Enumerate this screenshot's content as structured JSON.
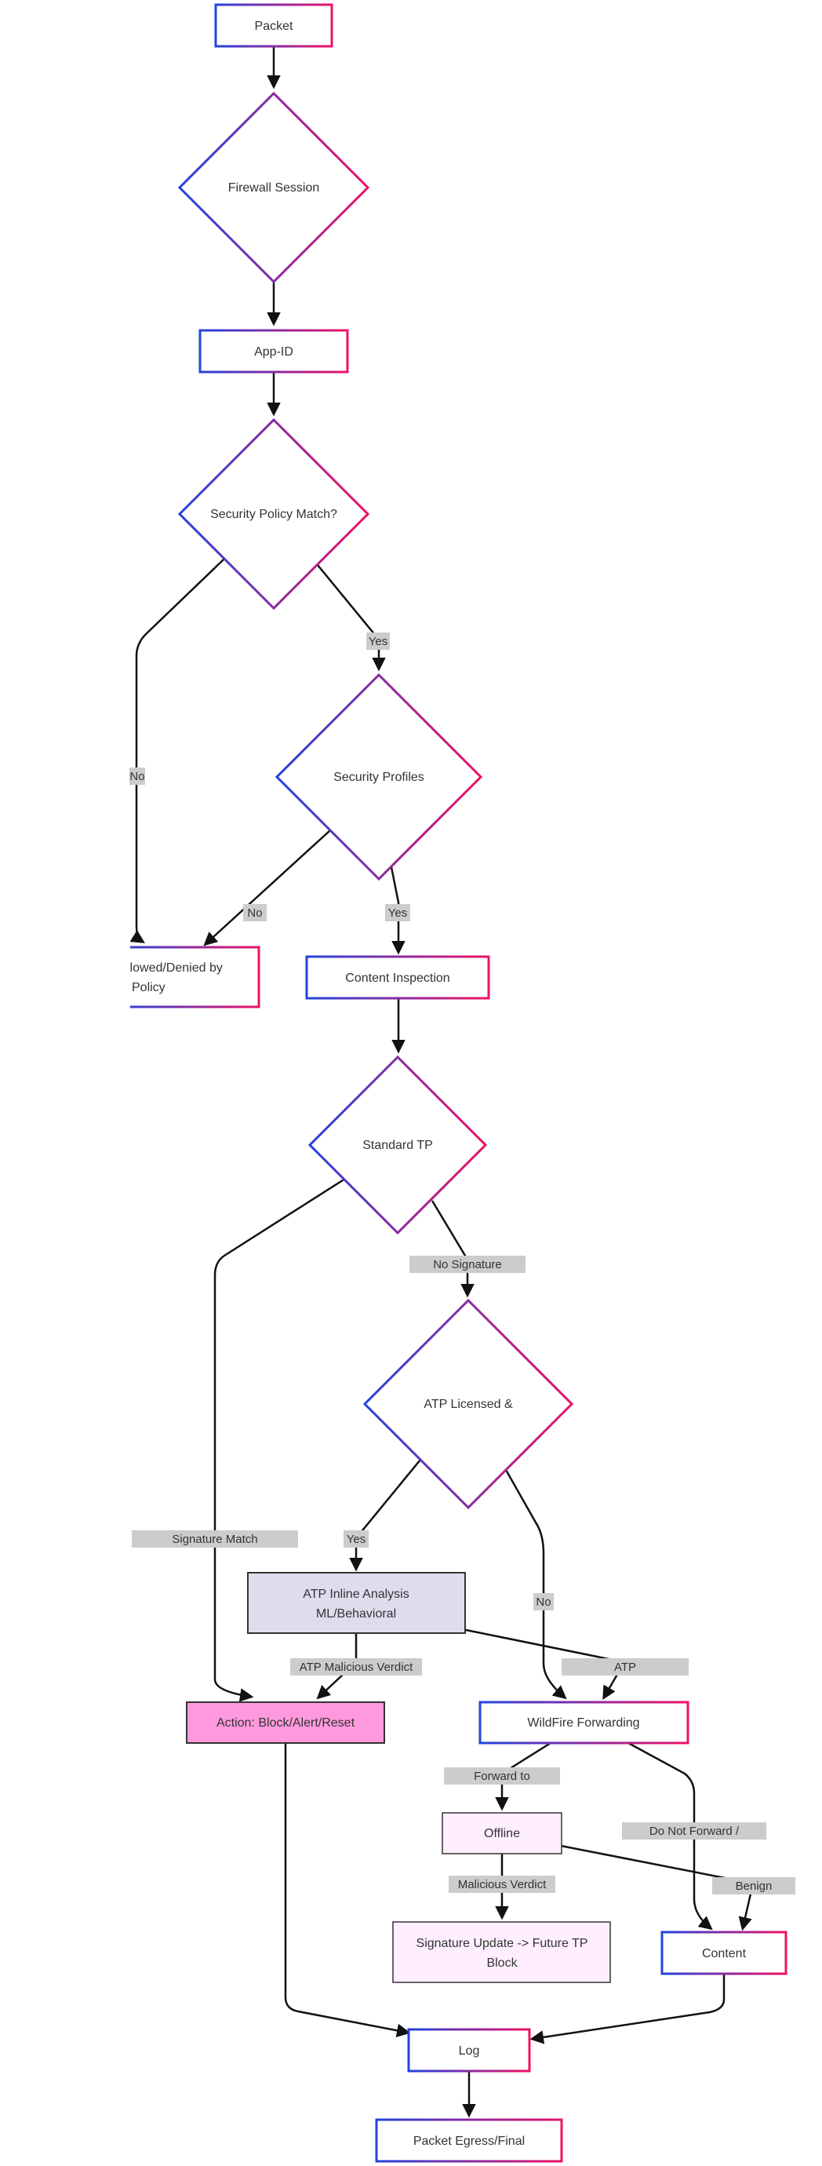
{
  "colors": {
    "gradient_start": "#2244dd",
    "gradient_end": "#ee1166",
    "edge_label_bg": "#cccccc",
    "verdict_fill": "#ff99dd",
    "inline_analysis_fill": "#ddddee",
    "offline_fill": "#ffeeff"
  },
  "nodes": {
    "packet": "Packet",
    "firewall_session": "Firewall Session",
    "app_id": "App-ID",
    "security_policy_match": "Security Policy Match?",
    "security_profiles": "Security Profiles",
    "allowed_denied_line1": "llowed/Denied by",
    "allowed_denied_line2": "Policy",
    "content_inspection": "Content Inspection",
    "standard_tp": "Standard TP",
    "atp_licensed": "ATP Licensed &",
    "atp_inline_line1": "ATP Inline Analysis",
    "atp_inline_line2": "ML/Behavioral",
    "action_block": "Action: Block/Alert/Reset",
    "wildfire_forwarding": "WildFire Forwarding",
    "offline": "Offline",
    "signature_update_line1": "Signature Update -> Future TP",
    "signature_update_line2": "Block",
    "content": "Content",
    "log": "Log",
    "packet_egress": "Packet Egress/Final"
  },
  "edge_labels": {
    "yes_policy": "Yes",
    "no_policy": "No",
    "no_profiles": "No",
    "yes_profiles": "Yes",
    "no_signature": "No Signature",
    "signature_match": "Signature Match",
    "yes_atp": "Yes",
    "no_atp": "No",
    "atp_malicious_verdict": "ATP Malicious Verdict",
    "atp": "ATP",
    "forward_to": "Forward to",
    "do_not_forward": "Do Not Forward /",
    "malicious_verdict": "Malicious Verdict",
    "benign": "Benign"
  }
}
